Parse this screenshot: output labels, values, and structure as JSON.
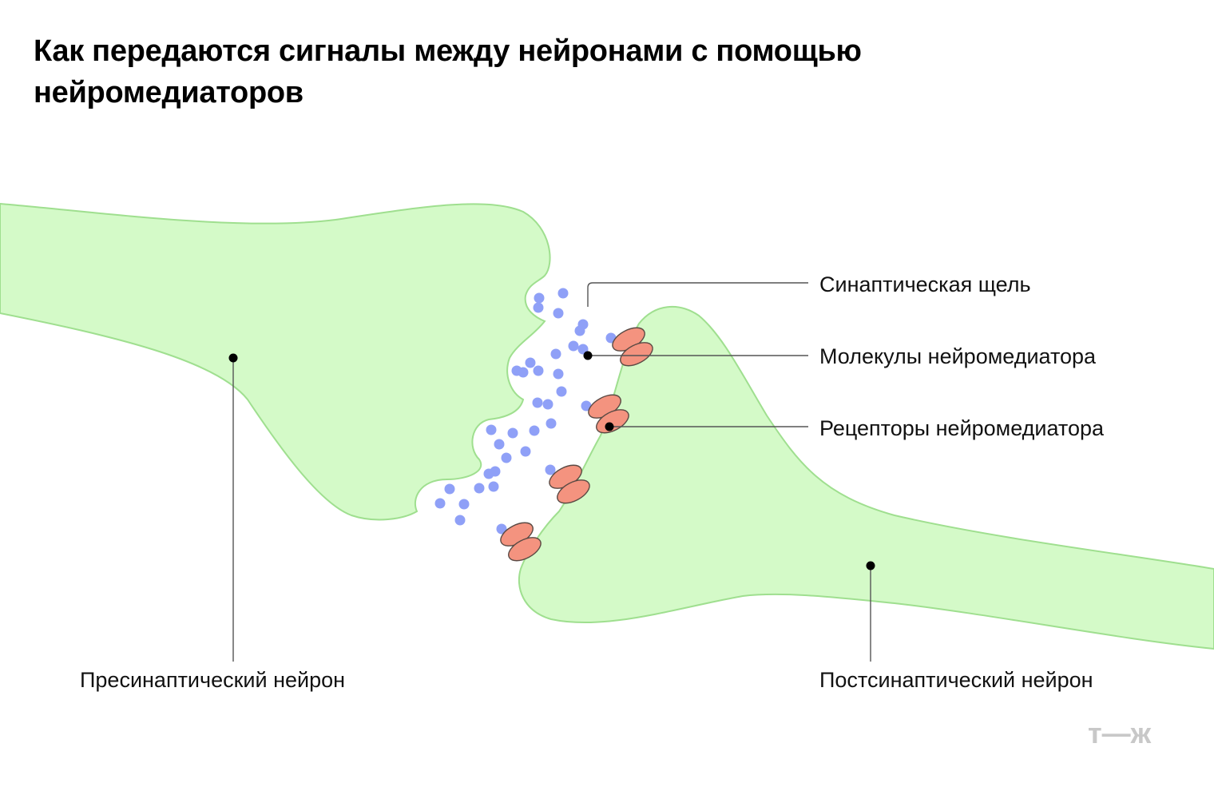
{
  "title": {
    "line1": "Как передаются сигналы между нейронами с помощью",
    "line2": "нейромедиаторов"
  },
  "labels": {
    "cleft": "Синаптическая щель",
    "molecules": "Молекулы нейромедиатора",
    "receptors": "Рецепторы нейромедиатора",
    "presynaptic": "Пресинаптический нейрон",
    "postsynaptic": "Постсинаптический нейрон"
  },
  "logo": "т—ж",
  "colors": {
    "neuron_fill": "#d4fac8",
    "neuron_stroke": "#9fdf8f",
    "molecule": "#8fa0f7",
    "receptor_fill": "#f4937f",
    "receptor_stroke": "#5a4a44",
    "leader": "#555555",
    "logo": "#c8c8c8"
  }
}
